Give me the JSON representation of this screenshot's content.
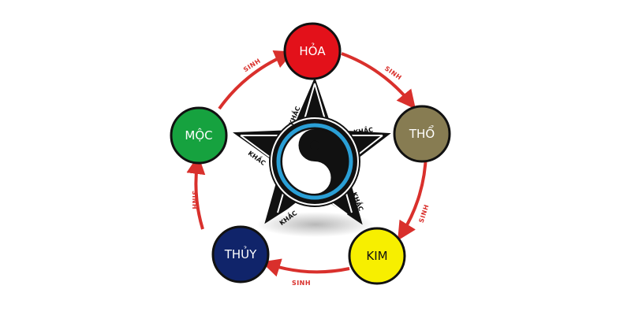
{
  "elements": [
    {
      "key": "hoa",
      "label": "HỎA",
      "color": "#e3111a",
      "text_color": "#ffffff"
    },
    {
      "key": "tho",
      "label": "THỔ",
      "color": "#877c52",
      "text_color": "#ffffff"
    },
    {
      "key": "kim",
      "label": "KIM",
      "color": "#f7ef00",
      "text_color": "#111111"
    },
    {
      "key": "thuy",
      "label": "THỦY",
      "color": "#10246a",
      "text_color": "#ffffff"
    },
    {
      "key": "moc",
      "label": "MỘC",
      "color": "#16a23f",
      "text_color": "#ffffff"
    }
  ],
  "sinh_label": "SINH",
  "khac_label": "KHẮC",
  "colors": {
    "cycle": "#d9302c",
    "star": "#111111",
    "yin_yang_ring": "#2a9fd6",
    "node_border": "#111111"
  },
  "center_icon": "yin-yang-icon"
}
